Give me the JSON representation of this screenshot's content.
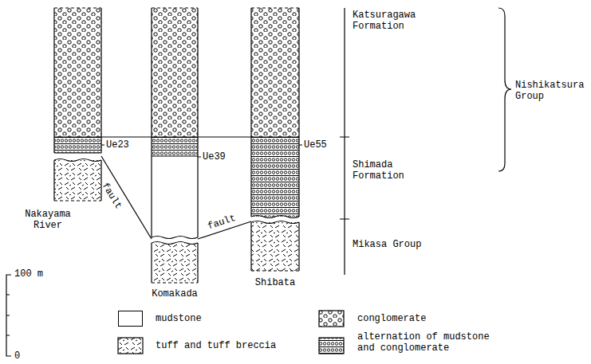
{
  "diagram": {
    "labels": [
      "Ue23",
      "Ue39",
      "Ue55",
      "fault",
      "fault",
      "Katsuragawa Formation",
      "Shimada Formation",
      "Mikasa Group",
      "Nishikatsura Group",
      "Nakayama River",
      "Komakada",
      "Shibata",
      "100 m",
      "0"
    ],
    "legend": [
      {
        "text": "mudstone",
        "color": "#ffffff"
      },
      {
        "text": "conglomerate"
      },
      {
        "text": "tuff and tuff breccia"
      },
      {
        "text": "alternation of mudstone and conglomerate"
      }
    ]
  }
}
